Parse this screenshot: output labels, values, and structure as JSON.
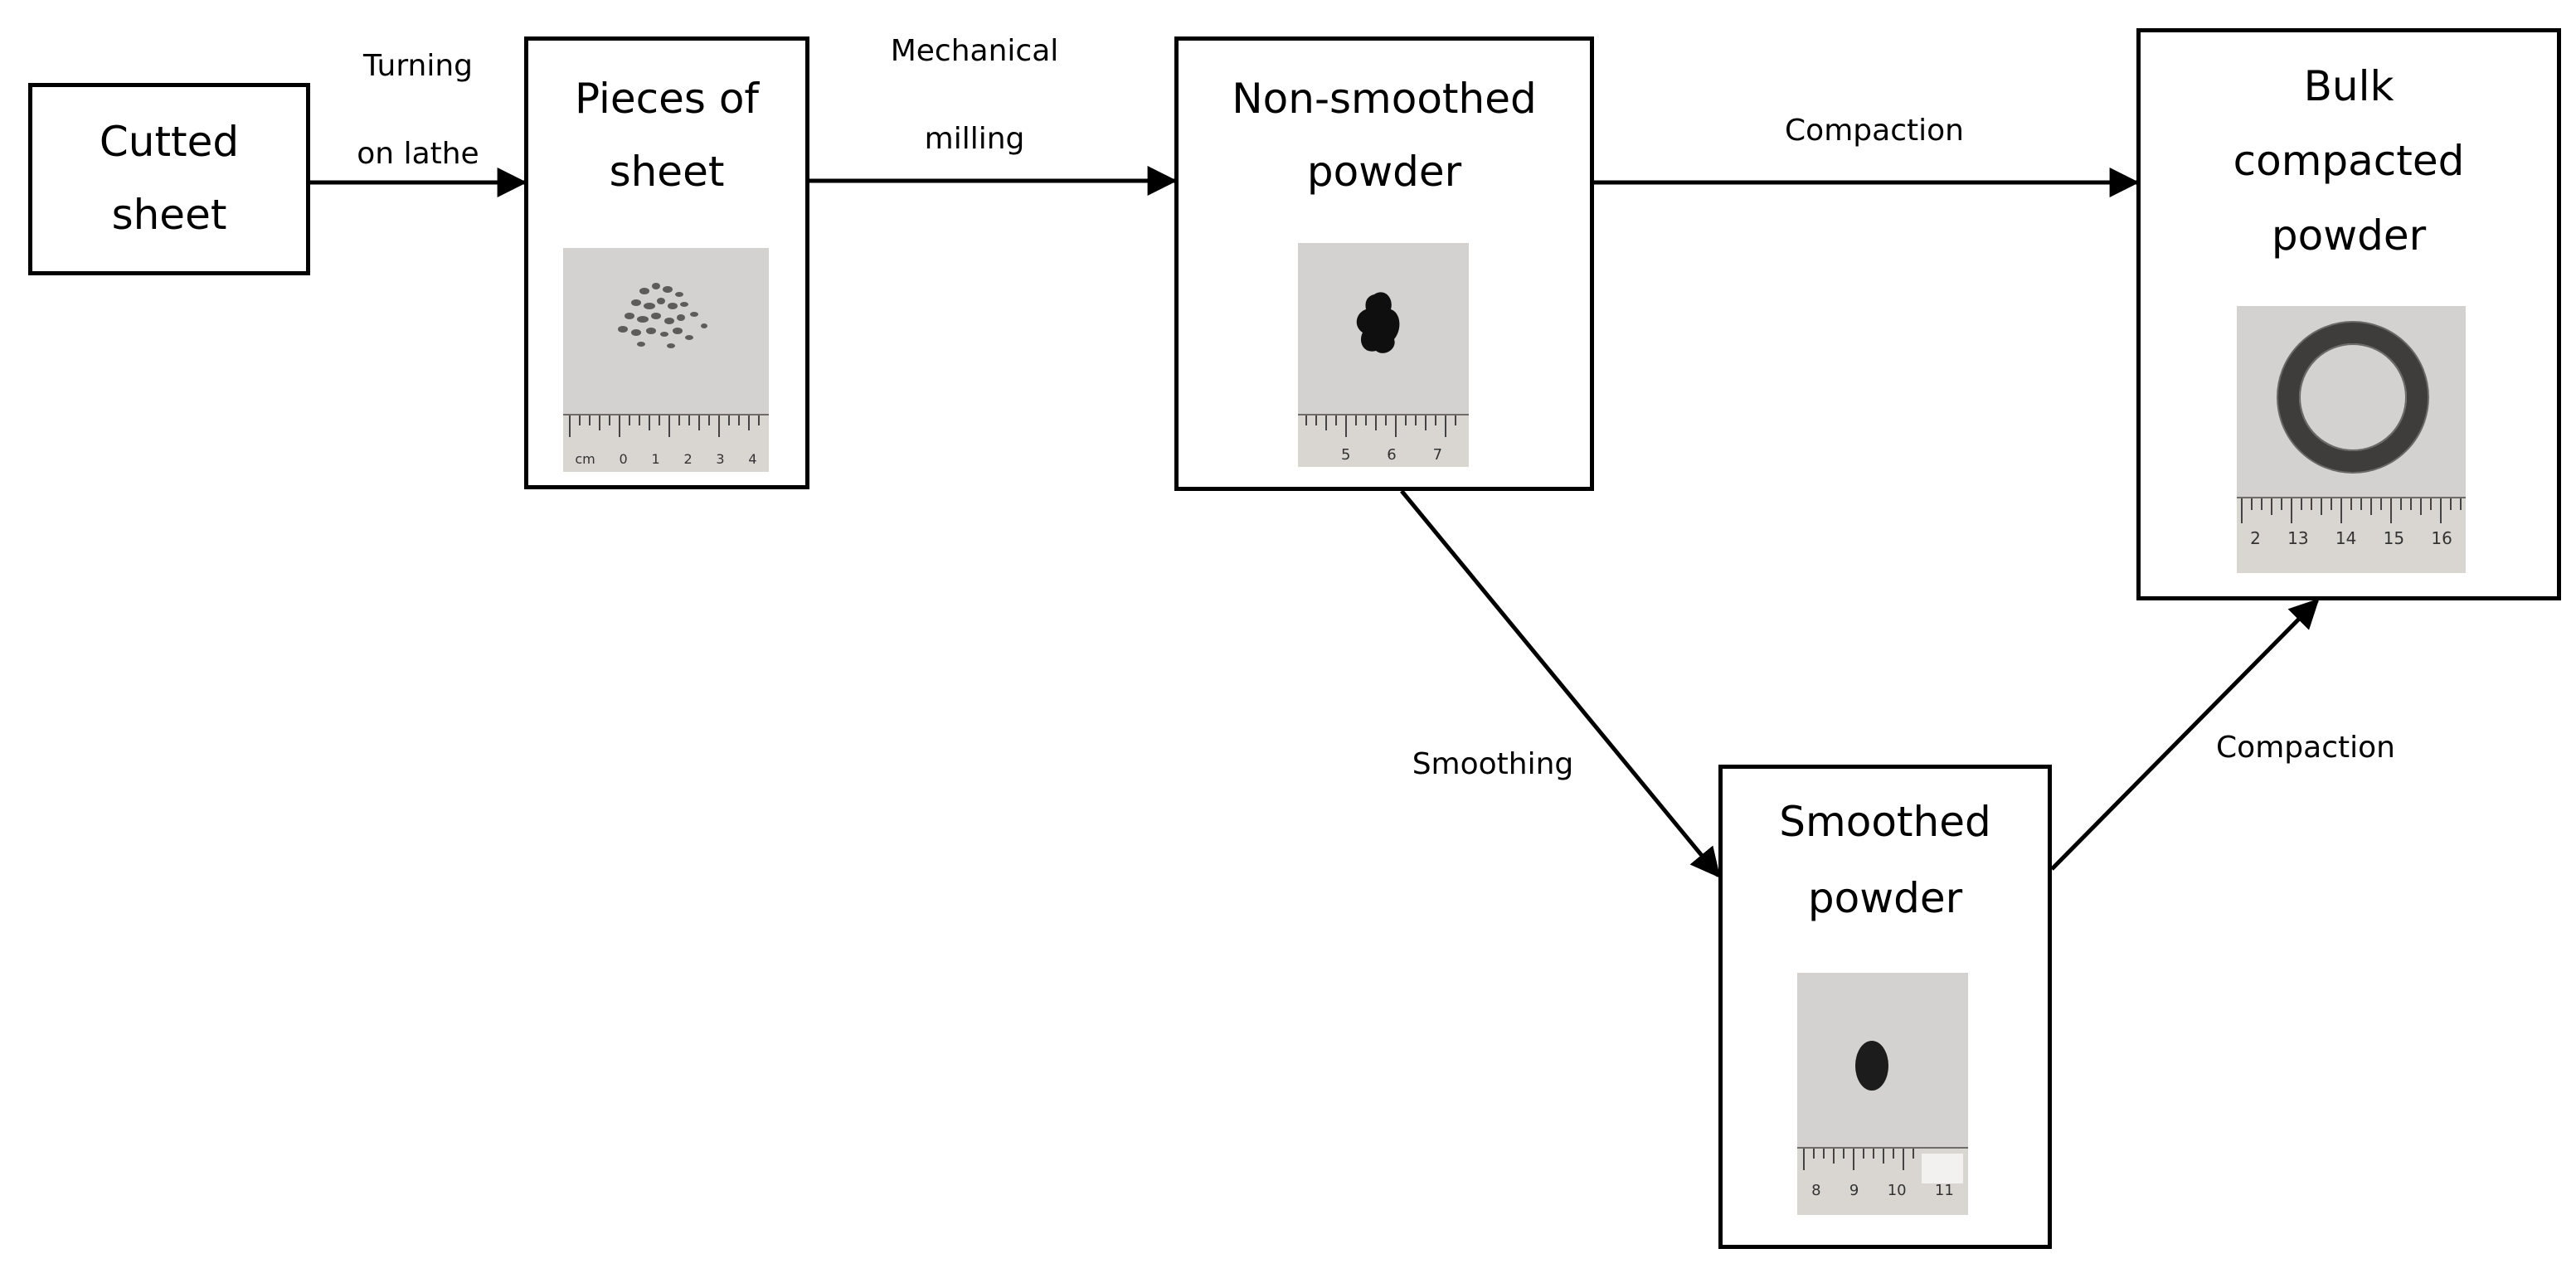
{
  "nodes": {
    "cutted_sheet": {
      "title": "Cutted\nsheet"
    },
    "pieces_of_sheet": {
      "title": "Pieces of\nsheet",
      "ruler_labels": [
        "cm",
        "0",
        "1",
        "2",
        "3",
        "4"
      ]
    },
    "non_smoothed_powder": {
      "title": "Non-smoothed\npowder",
      "ruler_labels": [
        "5",
        "6",
        "7"
      ]
    },
    "bulk_compacted_powder": {
      "title": "Bulk\ncompacted\npowder",
      "ruler_labels": [
        "2",
        "13",
        "14",
        "15",
        "16"
      ]
    },
    "smoothed_powder": {
      "title": "Smoothed\npowder",
      "ruler_labels": [
        "8",
        "9",
        "10",
        "11"
      ]
    }
  },
  "edges": {
    "turning": {
      "line1": "Turning",
      "line2": "on lathe"
    },
    "milling": {
      "line1": "Mechanical",
      "line2": "milling"
    },
    "compaction_top": {
      "label": "Compaction"
    },
    "smoothing": {
      "label": "Smoothing"
    },
    "compaction_bottom": {
      "label": "Compaction"
    }
  }
}
